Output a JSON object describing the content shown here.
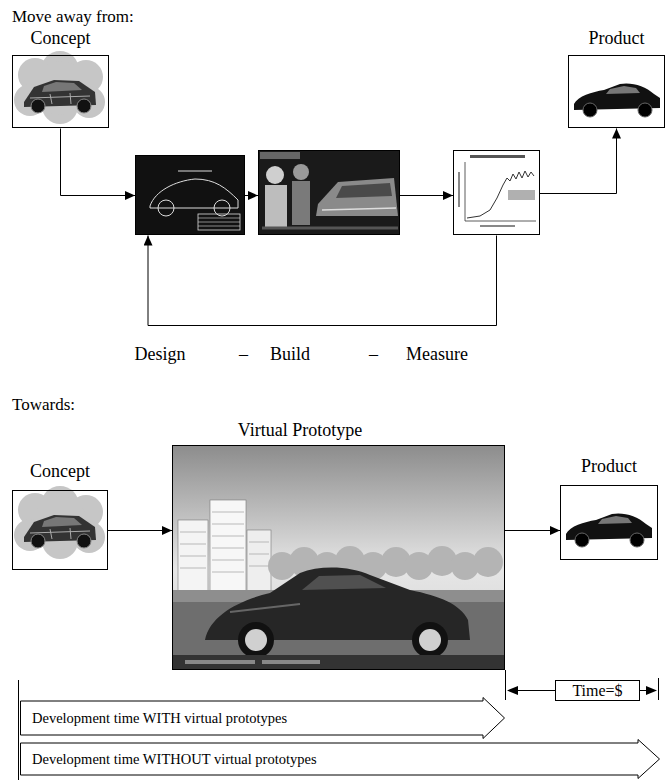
{
  "diagram": {
    "nodes": [
      {
        "text": [
          "Concept"
        ]
      },
      {
        "text": [
          "Design"
        ]
      },
      {
        "text": [
          "Build"
        ]
      },
      {
        "text": [
          "Measure"
        ]
      },
      {
        "text": [
          "Product"
        ]
      },
      {
        "text": [
          "Concept"
        ]
      },
      {
        "text": [
          "Virtual Prototype"
        ]
      },
      {
        "text": [
          "Product"
        ]
      },
      {
        "text": [
          "Development time WITH virtual prototypes"
        ]
      },
      {
        "text": [
          "Development time WITHOUT virtual prototypes"
        ]
      },
      {
        "text": [
          "Time=$"
        ]
      }
    ],
    "edges": [
      {
        "from": 0,
        "to": 1,
        "arrow": "to"
      },
      {
        "from": 1,
        "to": 2,
        "arrow": "to"
      },
      {
        "from": 2,
        "to": 3,
        "arrow": "to"
      },
      {
        "from": 3,
        "to": 4,
        "arrow": "to"
      },
      {
        "from": 3,
        "to": 1,
        "arrow": "to"
      },
      {
        "from": 5,
        "to": 6,
        "arrow": "to"
      },
      {
        "from": 6,
        "to": 7,
        "arrow": "to"
      }
    ],
    "labels": [
      "Move away from:",
      "–",
      "–",
      "Towards:"
    ]
  }
}
